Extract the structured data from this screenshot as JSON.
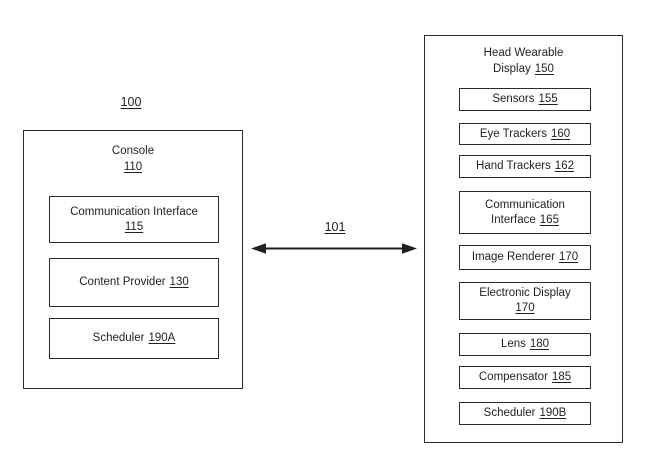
{
  "figure": {
    "system_ref": "100",
    "link_ref": "101"
  },
  "console": {
    "title": "Console",
    "title_ref": "110",
    "boxes": [
      {
        "name": "Communication Interface",
        "ref": "115"
      },
      {
        "name": "Content Provider",
        "ref": "130"
      },
      {
        "name": "Scheduler",
        "ref": "190A"
      }
    ]
  },
  "hwd": {
    "title_line1": "Head Wearable",
    "title_line2_label": "Display",
    "title_ref": "150",
    "boxes": [
      {
        "name": "Sensors",
        "ref": "155"
      },
      {
        "name": "Eye Trackers",
        "ref": "160"
      },
      {
        "name": "Hand Trackers",
        "ref": "162"
      },
      {
        "name_line1": "Communication",
        "name_line2": "Interface",
        "ref": "165"
      },
      {
        "name": "Image Renderer",
        "ref": "170"
      },
      {
        "name": "Electronic Display",
        "ref": "170"
      },
      {
        "name": "Lens",
        "ref": "180"
      },
      {
        "name": "Compensator",
        "ref": "185"
      },
      {
        "name": "Scheduler",
        "ref": "190B"
      }
    ]
  },
  "colors": {
    "line": "#1f1f1f",
    "border": "#2b2b2b",
    "background": "#ffffff"
  }
}
